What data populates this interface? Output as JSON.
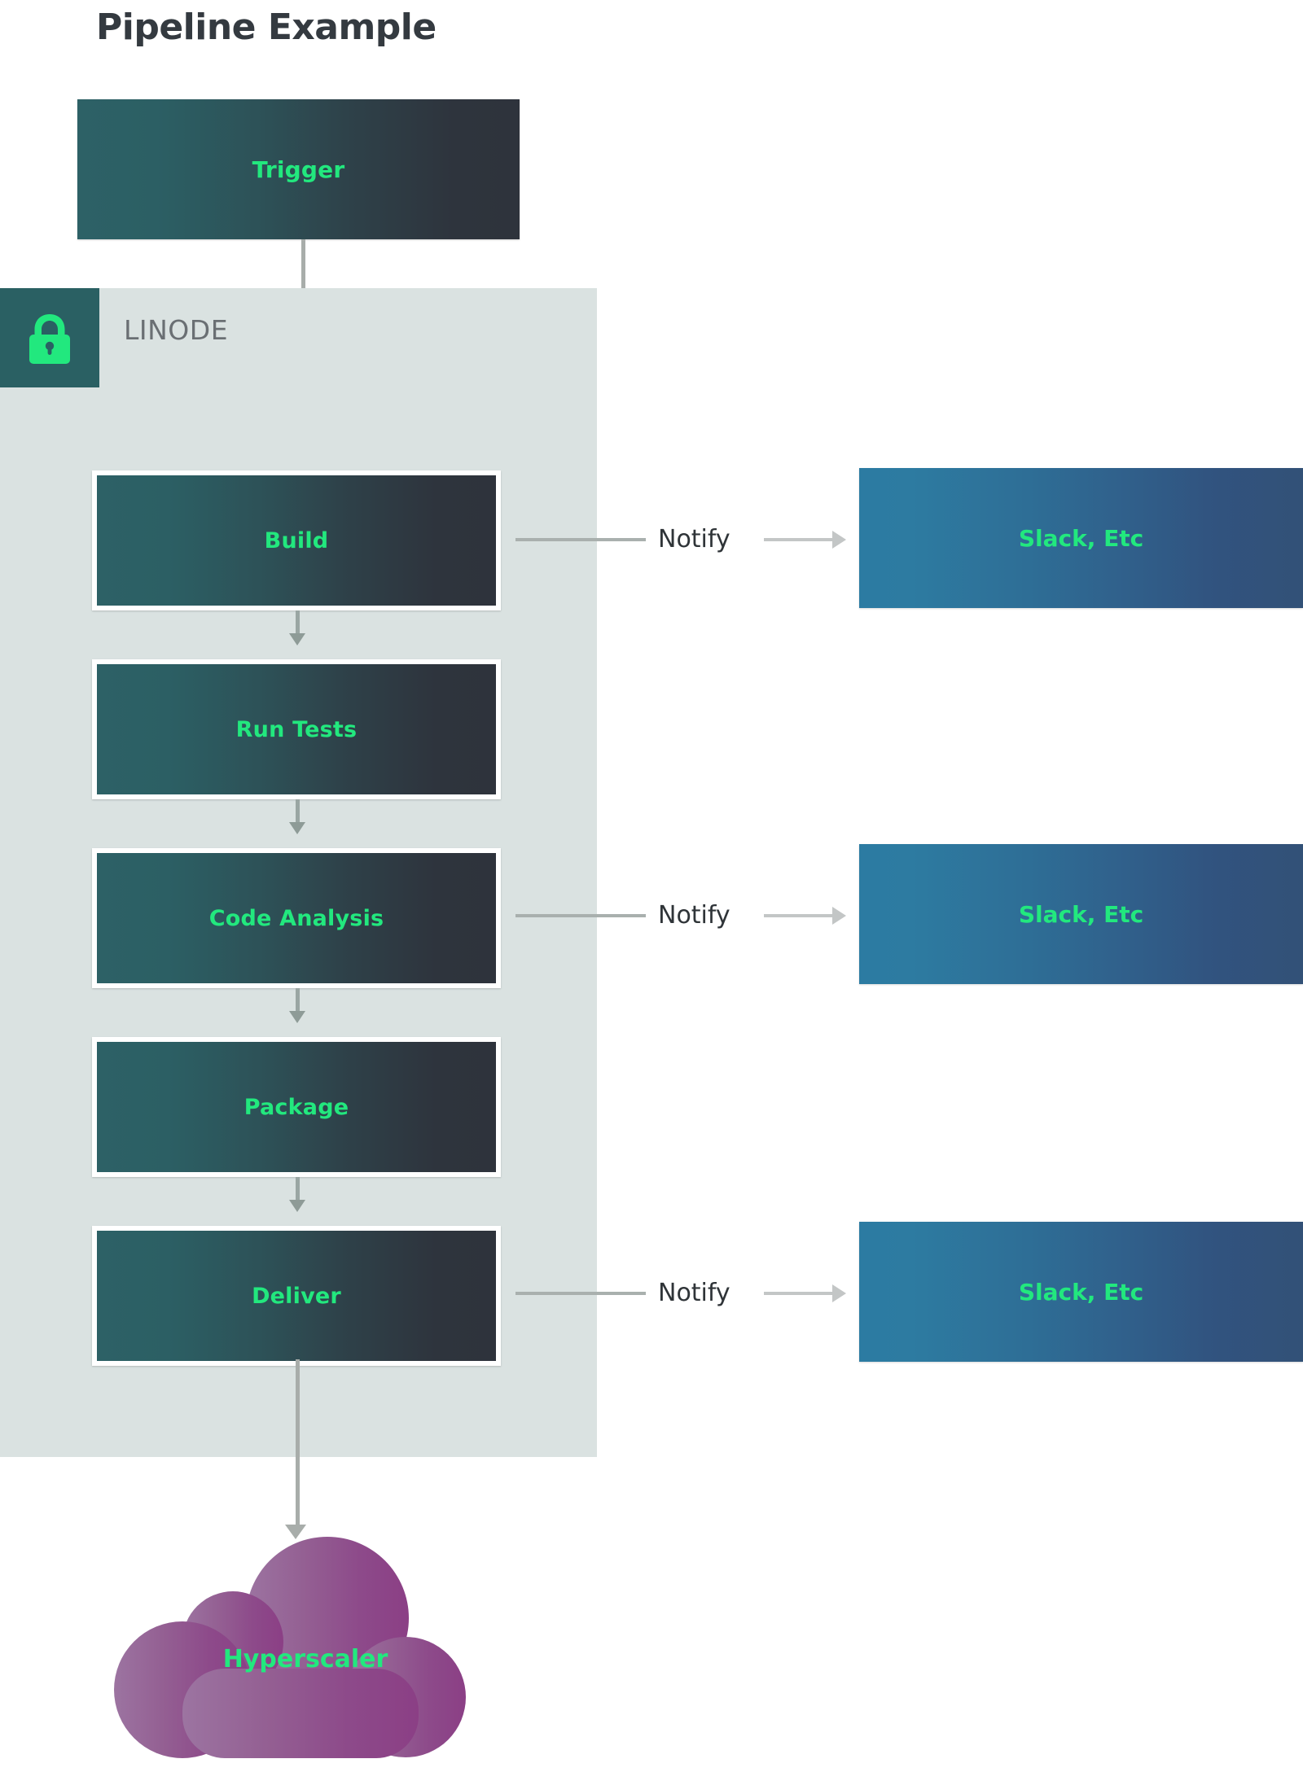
{
  "title": "Pipeline Example",
  "zone": {
    "label": "LINODE",
    "icon": "lock-icon",
    "badge_color": "#2a6063",
    "panel_color": "#dae2e1"
  },
  "trigger": {
    "label": "Trigger"
  },
  "stages": [
    {
      "id": "build",
      "label": "Build"
    },
    {
      "id": "run-tests",
      "label": "Run Tests"
    },
    {
      "id": "code-analysis",
      "label": "Code Analysis"
    },
    {
      "id": "package",
      "label": "Package"
    },
    {
      "id": "deliver",
      "label": "Deliver"
    }
  ],
  "notifications": [
    {
      "from": "build",
      "edge_label": "Notify",
      "target_label": "Slack, Etc"
    },
    {
      "from": "code-analysis",
      "edge_label": "Notify",
      "target_label": "Slack, Etc"
    },
    {
      "from": "deliver",
      "edge_label": "Notify",
      "target_label": "Slack, Etc"
    }
  ],
  "cloud": {
    "label": "Hyperscaler"
  },
  "colors": {
    "accent_green": "#22e87e",
    "stage_gradient_start": "#2d6166",
    "stage_gradient_end": "#2e333c",
    "notify_gradient_start": "#2c7ba2",
    "notify_gradient_end": "#325177",
    "cloud_gradient_start": "#9a6f9e",
    "cloud_gradient_end": "#8e3f86",
    "arrow_gray": "#a8adaa",
    "title_color": "#343a40"
  }
}
